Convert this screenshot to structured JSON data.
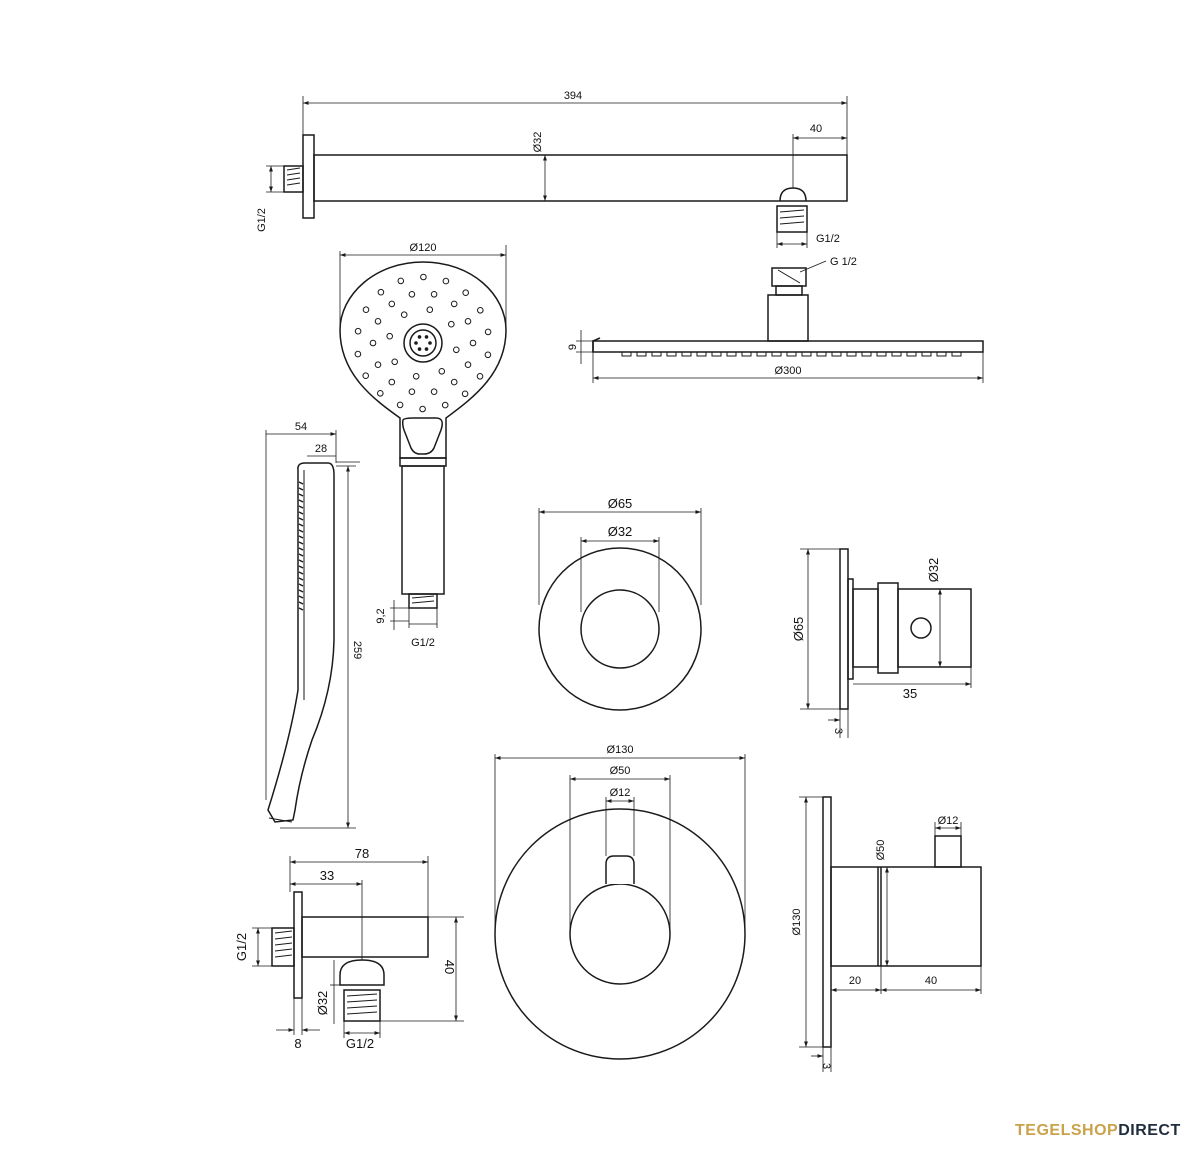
{
  "brand": {
    "part1": "TEGELSHOP",
    "part2": "DIRECT",
    "color1": "#c9a24a",
    "color2": "#1f2d3d"
  },
  "labels": {
    "arm_length": "394",
    "arm_diameter": "Ø32",
    "arm_offset": "40",
    "arm_thread_left": "G1/2",
    "arm_thread_right": "G1/2",
    "head_thread": "G 1/2",
    "head_thickness": "9",
    "head_diameter": "Ø300",
    "hand_diameter": "Ø120",
    "hand_thread": "G1/2",
    "hand_nut": "9,2",
    "side_depth": "54",
    "side_top": "28",
    "side_length": "259",
    "rosette_outer": "Ø65",
    "rosette_inner": "Ø32",
    "stop_height": "Ø65",
    "stop_knob": "Ø32",
    "stop_depth": "35",
    "stop_plate": "3",
    "thermo_outer": "Ø130",
    "thermo_mid": "Ø50",
    "thermo_spindle": "Ø12",
    "thermo_side_height": "Ø130",
    "thermo_side_spindle": "Ø12",
    "thermo_side_body": "Ø50",
    "thermo_side_20": "20",
    "thermo_side_40": "40",
    "thermo_side_plate": "3",
    "elbow_length": "78",
    "elbow_33": "33",
    "elbow_thread_left": "G1/2",
    "elbow_height": "40",
    "elbow_outlet": "Ø32",
    "elbow_plate": "8",
    "elbow_thread_bottom": "G1/2"
  }
}
